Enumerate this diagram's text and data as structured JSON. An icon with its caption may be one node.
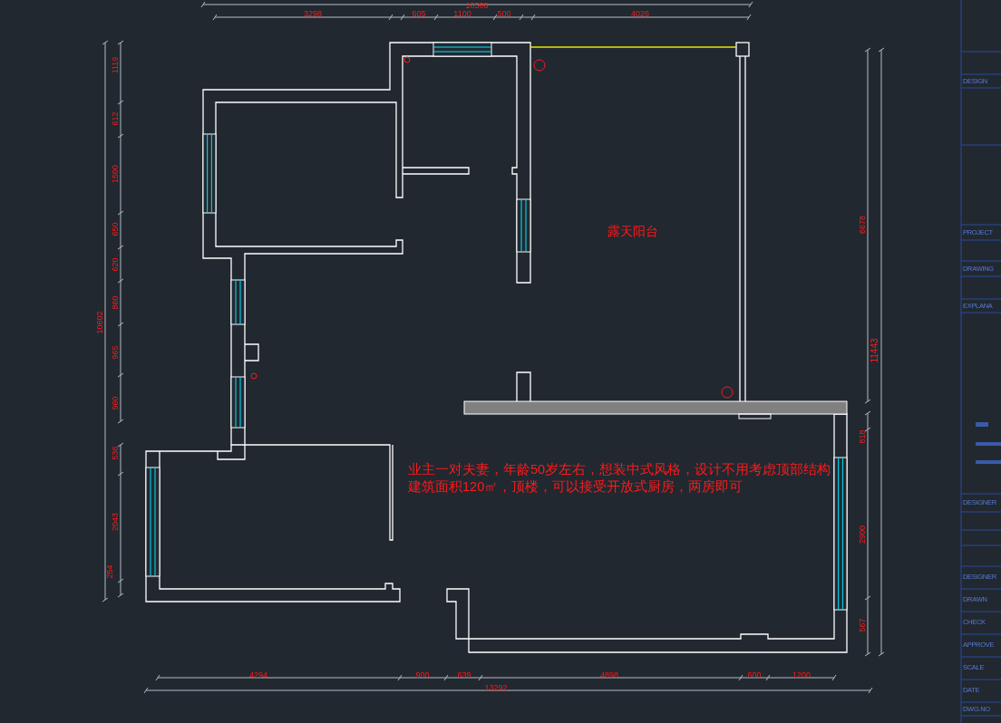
{
  "diagram": {
    "labels": [
      "10508",
      "3298",
      "605",
      "1100",
      "500",
      "4026",
      "1119",
      "612",
      "1500",
      "650",
      "620",
      "860",
      "965",
      "960",
      "536",
      "2043",
      "254",
      "10602",
      "露天阳台",
      "6678",
      "11443",
      "818",
      "2900",
      "567",
      "业主一对夫妻，年龄50岁左右，想装中式风格，设计不用考虑顶部结构",
      "建筑面积120㎡，顶楼，可以接受开放式厨房，两房即可",
      "4294",
      "900",
      "639",
      "4898",
      "600",
      "1200",
      "13292",
      "DESIGN",
      "PROJECT",
      "DRAWING",
      "EXPLANA",
      "DESIGNER",
      "DESIGNER",
      "DRAWN",
      "CHECK",
      "APPROVE",
      "SCALE",
      "DATE",
      "DWG.NO"
    ]
  }
}
